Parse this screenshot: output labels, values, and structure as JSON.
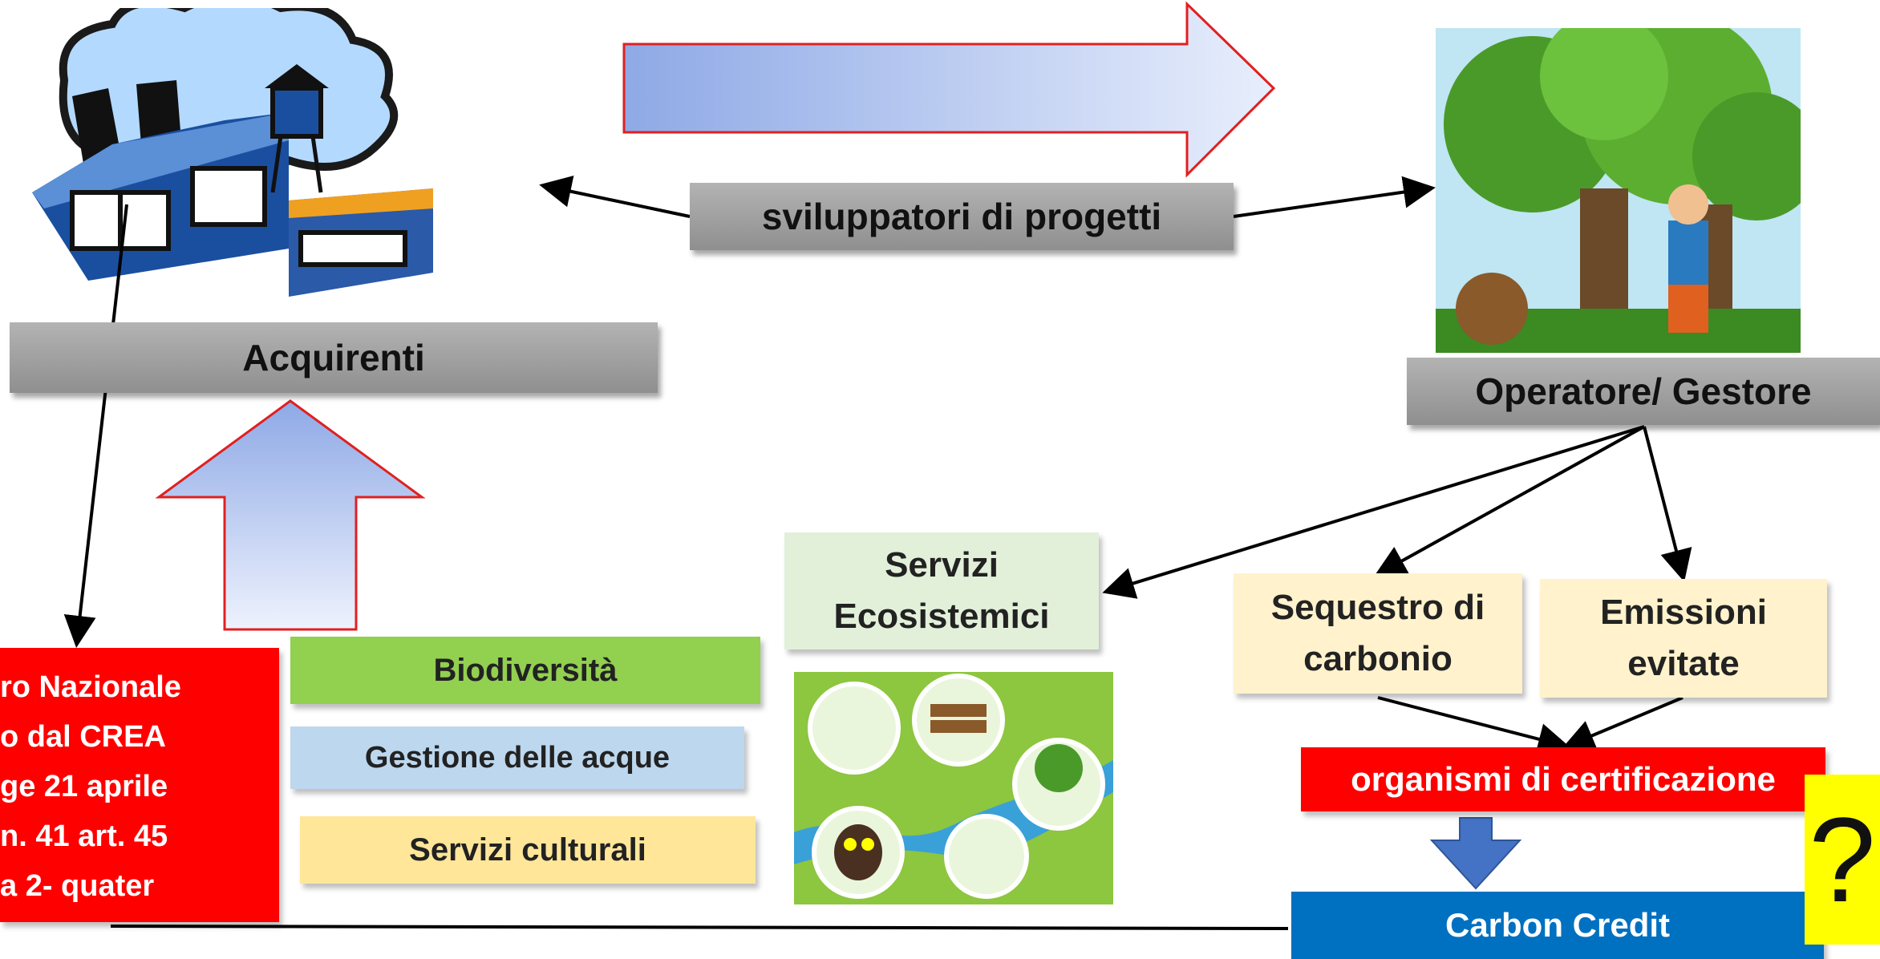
{
  "sviluppatori": "sviluppatori di progetti",
  "acquirenti": "Acquirenti",
  "operatore": "Operatore/ Gestore",
  "servizi_ecosistemici": [
    "Servizi",
    "Ecosistemici"
  ],
  "sequestro": [
    "Sequestro di",
    "carbonio"
  ],
  "emissioni": [
    "Emissioni",
    "evitate"
  ],
  "organismi": "organismi di certificazione",
  "carbon_credit": "Carbon Credit",
  "question_mark": "?",
  "biodiversita": "Biodiversità",
  "gestione_acque": "Gestione delle acque",
  "servizi_culturali": "Servizi culturali",
  "registro_lines": [
    "ro Nazionale",
    "o dal CREA",
    "ge 21 aprile",
    "n. 41 art. 45",
    "a 2- quater"
  ],
  "colors": {
    "grey": "#a6a6a6",
    "red": "#ff0000",
    "green": "#92d050",
    "light_blue": "#bdd7ee",
    "light_yellow": "#ffe699",
    "cream": "#fff2cc",
    "pale_green": "#e2f0d9",
    "blue": "#0070c0",
    "yellow": "#ffff00"
  },
  "icons": [
    "euro-coins-icon",
    "factory-icon",
    "forest-lumberjack-icon",
    "ecosystem-map-icon"
  ]
}
